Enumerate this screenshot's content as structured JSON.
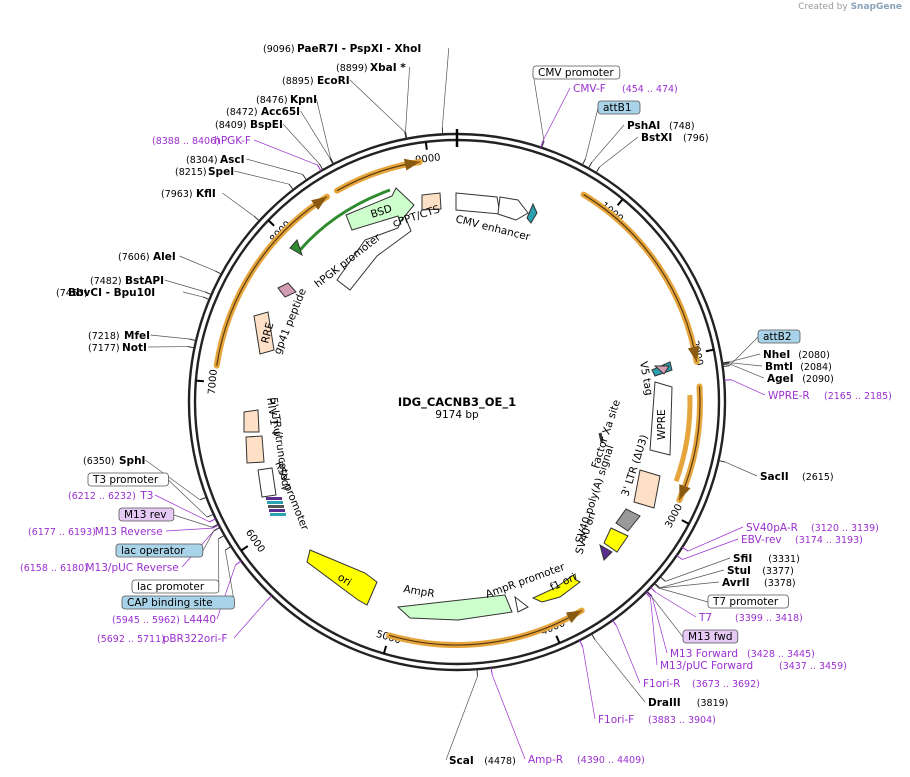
{
  "credit": {
    "prefix": "Created by",
    "brand": "SnapGene"
  },
  "plasmid": {
    "name": "IDG_CACNB3_OE_1",
    "size_label": "9174 bp",
    "length": 9174
  },
  "ticks": [
    {
      "pos": 1000,
      "label": "1000"
    },
    {
      "pos": 2000,
      "label": "2000"
    },
    {
      "pos": 3000,
      "label": "3000"
    },
    {
      "pos": 4000,
      "label": "4000"
    },
    {
      "pos": 5000,
      "label": "5000"
    },
    {
      "pos": 6000,
      "label": "6000"
    },
    {
      "pos": 7000,
      "label": "7000"
    },
    {
      "pos": 8000,
      "label": "8000"
    },
    {
      "pos": 9000,
      "label": "9000"
    }
  ],
  "enzymes": [
    {
      "text": "PaeR7I  - PspXI  - XhoI",
      "pos": "(9096)",
      "site": 9096
    },
    {
      "text": "XbaI *",
      "pos": "(8899)",
      "site": 8899
    },
    {
      "text": "EcoRI",
      "pos": "(8895)",
      "site": 8895
    },
    {
      "text": "KpnI",
      "pos": "(8476)",
      "site": 8476
    },
    {
      "text": "Acc65I",
      "pos": "(8472)",
      "site": 8472
    },
    {
      "text": "BspEI",
      "pos": "(8409)",
      "site": 8409
    },
    {
      "text": "AscI",
      "pos": "(8304)",
      "site": 8304
    },
    {
      "text": "SpeI",
      "pos": "(8215)",
      "site": 8215
    },
    {
      "text": "KflI",
      "pos": "(7963)",
      "site": 7963
    },
    {
      "text": "AleI",
      "pos": "(7606)",
      "site": 7606
    },
    {
      "text": "BstAPI",
      "pos": "(7482)",
      "site": 7482
    },
    {
      "text": "BbvCI  - Bpu10I",
      "pos": "(7453)",
      "site": 7453
    },
    {
      "text": "MfeI",
      "pos": "(7218)",
      "site": 7218
    },
    {
      "text": "NotI",
      "pos": "(7177)",
      "site": 7177
    },
    {
      "text": "SphI",
      "pos": "(6350)",
      "site": 6350
    },
    {
      "text": "PshAI",
      "pos": "(748)",
      "site": 748
    },
    {
      "text": "BstXI",
      "pos": "(796)",
      "site": 796
    },
    {
      "text": "NheI",
      "pos": "(2080)",
      "site": 2080
    },
    {
      "text": "BmtI",
      "pos": "(2084)",
      "site": 2084
    },
    {
      "text": "AgeI",
      "pos": "(2090)",
      "site": 2090
    },
    {
      "text": "SacII",
      "pos": "(2615)",
      "site": 2615
    },
    {
      "text": "SfiI",
      "pos": "(3331)",
      "site": 3331
    },
    {
      "text": "StuI",
      "pos": "(3377)",
      "site": 3377
    },
    {
      "text": "AvrII",
      "pos": "(3378)",
      "site": 3378
    },
    {
      "text": "DraIII",
      "pos": "(3819)",
      "site": 3819
    },
    {
      "text": "ScaI",
      "pos": "(4478)",
      "site": 4478
    }
  ],
  "primers": [
    {
      "text": "hPGK-F",
      "pos": "(8388 .. 8406)",
      "site": 8397
    },
    {
      "text": "CMV-F",
      "pos": "(454 .. 474)",
      "site": 464
    },
    {
      "text": "WPRE-R",
      "pos": "(2165 .. 2185)",
      "site": 2175
    },
    {
      "text": "SV40pA-R",
      "pos": "(3120 .. 3139)",
      "site": 3130
    },
    {
      "text": "EBV-rev",
      "pos": "(3174 .. 3193)",
      "site": 3184
    },
    {
      "text": "T7",
      "pos": "(3399 .. 3418)",
      "site": 3409
    },
    {
      "text": "M13 Forward",
      "pos": "(3428 .. 3445)",
      "site": 3437
    },
    {
      "text": "M13/pUC Forward",
      "pos": "(3437 .. 3459)",
      "site": 3448
    },
    {
      "text": "F1ori-R",
      "pos": "(3673 .. 3692)",
      "site": 3683
    },
    {
      "text": "F1ori-F",
      "pos": "(3883 .. 3904)",
      "site": 3894
    },
    {
      "text": "Amp-R",
      "pos": "(4390 .. 4409)",
      "site": 4400
    },
    {
      "text": "pBR322ori-F",
      "pos": "(5692 .. 5711)",
      "site": 5702
    },
    {
      "text": "L4440",
      "pos": "(5945 .. 5962)",
      "site": 5954
    },
    {
      "text": "M13/pUC Reverse",
      "pos": "(6158 .. 6180)",
      "site": 6169
    },
    {
      "text": "M13 Reverse",
      "pos": "(6177 .. 6193)",
      "site": 6185
    },
    {
      "text": "T3",
      "pos": "(6212 .. 6232)",
      "site": 6222
    }
  ],
  "boxed": [
    {
      "text": "CMV promoter",
      "style": "plain"
    },
    {
      "text": "attB1",
      "style": "blue"
    },
    {
      "text": "attB2",
      "style": "blue"
    },
    {
      "text": "T7 promoter",
      "style": "plain"
    },
    {
      "text": "M13 fwd",
      "style": "purple"
    },
    {
      "text": "T3 promoter",
      "style": "plain"
    },
    {
      "text": "M13 rev",
      "style": "purple"
    },
    {
      "text": "lac operator",
      "style": "blue"
    },
    {
      "text": "lac promoter",
      "style": "plain"
    },
    {
      "text": "CAP binding site",
      "style": "blue"
    }
  ],
  "features": [
    {
      "text": "CMV enhancer"
    },
    {
      "text": "cPPT/CTS"
    },
    {
      "text": "BSD"
    },
    {
      "text": "hPGK promoter"
    },
    {
      "text": "gp41 peptide"
    },
    {
      "text": "RRE"
    },
    {
      "text": "V5 tag"
    },
    {
      "text": "WPRE"
    },
    {
      "text": "Factor Xa site"
    },
    {
      "text": "3' LTR (ΔU3)"
    },
    {
      "text": "SV40 poly(A) signal"
    },
    {
      "text": "SV40 ori"
    },
    {
      "text": "f1 ori"
    },
    {
      "text": "AmpR promoter"
    },
    {
      "text": "AmpR"
    },
    {
      "text": "ori"
    },
    {
      "text": "5' LTR (truncated)"
    },
    {
      "text": "HIV-1 Ψ"
    },
    {
      "text": "RSV promoter"
    }
  ],
  "colors": {
    "backbone": "#222222",
    "orf_arc": "#e5a53c",
    "primer": "#9b30d0",
    "ori": "#ffff00",
    "ampr": "#ccffcc",
    "bsd": "#ccffcc",
    "ltr": "#fde0c5",
    "attb": "#a9d3e8",
    "m13": "#e6c9f5",
    "bsd_arrow": "#2e8b2e"
  }
}
